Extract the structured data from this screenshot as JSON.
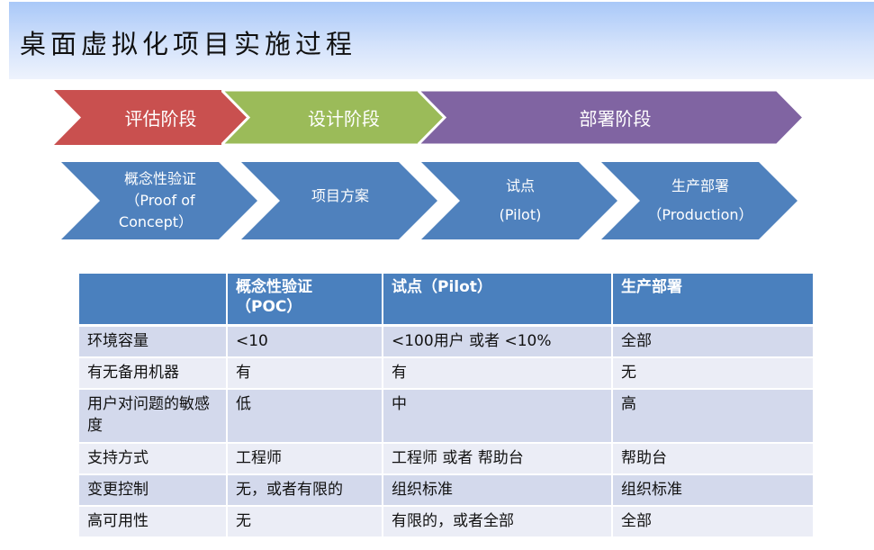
{
  "title": "桌面虚拟化项目实施过程",
  "colors": {
    "title_gradient_top": "#a9c8f8",
    "title_gradient_bottom": "#eef3fd",
    "phase_assess": "#c9504f",
    "phase_design": "#9bbb59",
    "phase_deploy": "#8064a2",
    "step_blue": "#4f81bd",
    "table_header": "#4a80be",
    "row_odd": "#d3d9ec",
    "row_even": "#ebedf6"
  },
  "phases": [
    {
      "label": "评估阶段",
      "color": "#c9504f"
    },
    {
      "label": "设计阶段",
      "color": "#9bbb59"
    },
    {
      "label": "部署阶段",
      "color": "#8064a2"
    }
  ],
  "steps": [
    {
      "line1": "概念性验证",
      "line2": "（Proof of",
      "line3": "Concept）"
    },
    {
      "line1": "项目方案"
    },
    {
      "line1": "试点",
      "line2": "(Pilot)"
    },
    {
      "line1": "生产部署",
      "line2": "（Production）"
    }
  ],
  "table": {
    "headers": [
      {
        "line1": "",
        "line2": ""
      },
      {
        "line1": "概念性验证",
        "line2": "（POC）"
      },
      {
        "line1": "试点（Pilot）",
        "line2": ""
      },
      {
        "line1": "生产部署",
        "line2": ""
      }
    ],
    "rows": [
      [
        "环境容量",
        "<10",
        "<100用户 或者 <10%",
        "全部"
      ],
      [
        "有无备用机器",
        "有",
        "有",
        "无"
      ],
      [
        "用户对问题的敏感度",
        "低",
        "中",
        "高"
      ],
      [
        "支持方式",
        "工程师",
        "工程师 或者 帮助台",
        "帮助台"
      ],
      [
        "变更控制",
        "无，或者有限的",
        "组织标准",
        "组织标准"
      ],
      [
        "高可用性",
        "无",
        "有限的，或者全部",
        "全部"
      ]
    ]
  }
}
